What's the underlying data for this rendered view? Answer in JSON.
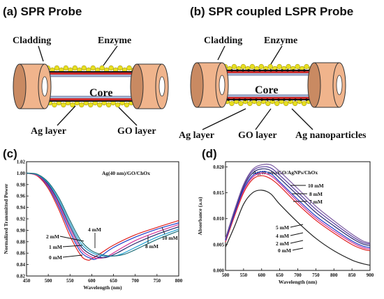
{
  "panel_a": {
    "title": "(a) SPR Probe",
    "labels": {
      "cladding": "Cladding",
      "enzyme": "Enzyme",
      "core": "Core",
      "ag_layer": "Ag layer",
      "go_layer": "GO layer"
    }
  },
  "panel_b": {
    "title": "(b) SPR coupled LSPR Probe",
    "labels": {
      "cladding": "Cladding",
      "enzyme": "Enzyme",
      "core": "Core",
      "ag_layer": "Ag layer",
      "go_layer": "GO layer",
      "ag_nanoparticles": "Ag nanoparticles"
    }
  },
  "colors": {
    "cladding": "#f0b48c",
    "cladding_dark": "#c98a62",
    "core": "#ffffff",
    "ag_layer": "#a8b8d8",
    "go_layer": "#cc2a2a",
    "enzyme": "#e8e020",
    "nanoparticle": "#111111"
  },
  "chart_data": [
    {
      "panel": "(c)",
      "type": "line",
      "title": "Ag(40 nm)/GO/ChOx",
      "xlabel": "Wavelength (nm)",
      "ylabel": "Normalized Transmitted Power",
      "xlim": [
        450,
        800
      ],
      "ylim": [
        0.82,
        1.02
      ],
      "x_ticks": [
        "450",
        "500",
        "550",
        "600",
        "650",
        "700",
        "750",
        "800"
      ],
      "y_ticks": [
        "0.82",
        "0.84",
        "0.86",
        "0.88",
        "0.90",
        "0.92",
        "0.94",
        "0.96",
        "0.98",
        "1.00",
        "1.02"
      ],
      "grid": false,
      "annotations": [
        "0 mM",
        "1 mM",
        "2 mM",
        "4 mM",
        "8 mM",
        "10 mM"
      ],
      "series": [
        {
          "name": "0 mM",
          "color": "#e0201e",
          "x": [
            450,
            475,
            500,
            525,
            550,
            575,
            590,
            600,
            625,
            650,
            700,
            750,
            800
          ],
          "values": [
            1.0,
            0.995,
            0.973,
            0.935,
            0.89,
            0.856,
            0.848,
            0.85,
            0.862,
            0.874,
            0.892,
            0.905,
            0.917
          ]
        },
        {
          "name": "1 mM",
          "color": "#1e3cc8",
          "x": [
            450,
            475,
            500,
            525,
            550,
            575,
            600,
            610,
            625,
            650,
            700,
            750,
            800
          ],
          "values": [
            1.0,
            0.996,
            0.976,
            0.94,
            0.897,
            0.862,
            0.85,
            0.85,
            0.857,
            0.87,
            0.888,
            0.902,
            0.913
          ]
        },
        {
          "name": "2 mM",
          "color": "#d23296",
          "x": [
            450,
            475,
            500,
            525,
            550,
            575,
            600,
            620,
            640,
            660,
            700,
            750,
            800
          ],
          "values": [
            1.0,
            0.996,
            0.978,
            0.944,
            0.902,
            0.867,
            0.853,
            0.851,
            0.856,
            0.865,
            0.882,
            0.897,
            0.91
          ]
        },
        {
          "name": "4 mM",
          "color": "#28286e",
          "x": [
            450,
            475,
            500,
            525,
            550,
            575,
            600,
            625,
            640,
            660,
            700,
            750,
            800
          ],
          "values": [
            1.0,
            0.997,
            0.98,
            0.948,
            0.907,
            0.872,
            0.857,
            0.852,
            0.854,
            0.861,
            0.877,
            0.893,
            0.906
          ]
        },
        {
          "name": "8 mM",
          "color": "#1ea0d2",
          "x": [
            450,
            475,
            500,
            525,
            550,
            575,
            600,
            625,
            650,
            670,
            700,
            750,
            800
          ],
          "values": [
            1.0,
            0.997,
            0.982,
            0.952,
            0.912,
            0.877,
            0.861,
            0.855,
            0.855,
            0.859,
            0.87,
            0.888,
            0.902
          ]
        },
        {
          "name": "10 mM",
          "color": "#1e6e78",
          "x": [
            450,
            475,
            500,
            525,
            550,
            575,
            600,
            625,
            650,
            675,
            700,
            750,
            800
          ],
          "values": [
            1.0,
            0.998,
            0.984,
            0.956,
            0.917,
            0.882,
            0.864,
            0.857,
            0.855,
            0.858,
            0.866,
            0.884,
            0.899
          ]
        }
      ]
    },
    {
      "panel": "(d)",
      "type": "line",
      "title": "Ag(40 nm)/GO/AgNPs/ChOx",
      "xlabel": "Wavelength (nm)",
      "ylabel": "Absorbance (a.u)",
      "xlim": [
        500,
        900
      ],
      "ylim": [
        0.0,
        0.021
      ],
      "x_ticks": [
        "500",
        "550",
        "600",
        "650",
        "700",
        "750",
        "800",
        "850",
        "900"
      ],
      "y_ticks": [
        "0.000",
        "0.005",
        "0.010",
        "0.015",
        "0.020"
      ],
      "grid": false,
      "annotations": [
        "10 mM",
        "8 mM",
        "7 mM",
        "5 mM",
        "4 mM",
        "2 mM",
        "0 mM"
      ],
      "series": [
        {
          "name": "0 mM",
          "color": "#222222",
          "x": [
            500,
            525,
            550,
            575,
            600,
            625,
            650,
            700,
            750,
            800,
            850,
            880,
            900
          ],
          "values": [
            0.0045,
            0.0085,
            0.0128,
            0.015,
            0.0155,
            0.0148,
            0.0128,
            0.0093,
            0.0062,
            0.0038,
            0.002,
            0.0013,
            0.001
          ]
        },
        {
          "name": "2 mM",
          "color": "#e0201e",
          "x": [
            500,
            525,
            550,
            575,
            600,
            625,
            650,
            700,
            750,
            800,
            850,
            880,
            900
          ],
          "values": [
            0.0055,
            0.0105,
            0.015,
            0.0176,
            0.0183,
            0.0177,
            0.0163,
            0.0128,
            0.0097,
            0.0072,
            0.005,
            0.0041,
            0.0038
          ]
        },
        {
          "name": "4 mM",
          "color": "#d23296",
          "x": [
            500,
            525,
            550,
            575,
            600,
            625,
            650,
            700,
            750,
            800,
            850,
            880,
            900
          ],
          "values": [
            0.0057,
            0.0108,
            0.0154,
            0.018,
            0.0188,
            0.0183,
            0.0168,
            0.0133,
            0.0101,
            0.0076,
            0.0054,
            0.0044,
            0.0041
          ]
        },
        {
          "name": "5 mM",
          "color": "#1e3cc8",
          "x": [
            500,
            525,
            550,
            575,
            600,
            625,
            650,
            700,
            750,
            800,
            850,
            880,
            900
          ],
          "values": [
            0.0058,
            0.011,
            0.0157,
            0.0183,
            0.0191,
            0.0187,
            0.0171,
            0.0137,
            0.0105,
            0.008,
            0.0057,
            0.0047,
            0.0044
          ]
        },
        {
          "name": "7 mM",
          "color": "#28286e",
          "x": [
            500,
            525,
            550,
            575,
            600,
            625,
            650,
            700,
            750,
            800,
            850,
            880,
            900
          ],
          "values": [
            0.006,
            0.0113,
            0.0161,
            0.0188,
            0.0196,
            0.0193,
            0.0178,
            0.0145,
            0.0112,
            0.0086,
            0.0062,
            0.0051,
            0.0048
          ]
        },
        {
          "name": "8 mM",
          "color": "#5a3ca0",
          "x": [
            500,
            525,
            550,
            575,
            600,
            625,
            650,
            700,
            750,
            800,
            850,
            880,
            900
          ],
          "values": [
            0.0061,
            0.0115,
            0.0164,
            0.0192,
            0.02,
            0.0198,
            0.0184,
            0.0151,
            0.0118,
            0.0091,
            0.0066,
            0.0054,
            0.0051
          ]
        },
        {
          "name": "10 mM",
          "color": "#7a5aa0",
          "x": [
            500,
            525,
            550,
            575,
            600,
            625,
            650,
            700,
            750,
            800,
            850,
            880,
            900
          ],
          "values": [
            0.0062,
            0.0117,
            0.0166,
            0.0195,
            0.0204,
            0.0204,
            0.0191,
            0.0158,
            0.0124,
            0.0096,
            0.007,
            0.0057,
            0.0053
          ]
        }
      ]
    }
  ]
}
